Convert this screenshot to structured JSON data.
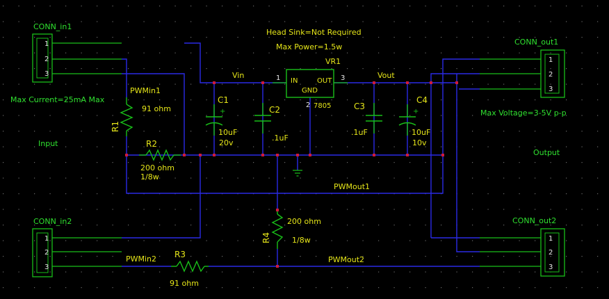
{
  "colors": {
    "background": "#000000",
    "grid_dots": "#6a6a6a",
    "wire": "#2a2ae6",
    "component": "#19c019",
    "label": "#e6e619",
    "text_green": "#2fe02f",
    "junction": "#d01a3a",
    "pin_text": "#e8e8e8"
  },
  "connectors": {
    "conn_in1": {
      "name": "CONN_in1",
      "pins": [
        "1",
        "2",
        "3"
      ]
    },
    "conn_in2": {
      "name": "CONN_in2",
      "pins": [
        "1",
        "2",
        "3"
      ]
    },
    "conn_out1": {
      "name": "CONN_out1",
      "pins": [
        "1",
        "2",
        "3"
      ]
    },
    "conn_out2": {
      "name": "CONN_out2",
      "pins": [
        "1",
        "2",
        "3"
      ]
    }
  },
  "notes": {
    "heat_sink": "Head Sink=Not Required",
    "max_power": "Max Power=1.5w",
    "max_current": "Max Current=25mA Max",
    "max_voltage": "Max Voltage=3-5V p-p",
    "input": "Input",
    "output": "Output"
  },
  "regulator": {
    "ref": "VR1",
    "part": "7805",
    "pin_in_label": "IN",
    "pin_out_label": "OUT",
    "pin_gnd_label": "GND",
    "pin_in_num": "1",
    "pin_out_num": "3",
    "pin_gnd_num": "2"
  },
  "nets": {
    "vin": "Vin",
    "vout": "Vout",
    "pwmin1": "PWMin1",
    "pwmin2": "PWMin2",
    "pwmout1": "PWMout1",
    "pwmout2": "PWMout2"
  },
  "components": {
    "c1": {
      "ref": "C1",
      "value": "10uF",
      "rating": "20v"
    },
    "c2": {
      "ref": "C2",
      "value": ".1uF"
    },
    "c3": {
      "ref": "C3",
      "value": ".1uF"
    },
    "c4": {
      "ref": "C4",
      "value": "10uF",
      "rating": "10v"
    },
    "r1": {
      "ref": "R1",
      "value": "91 ohm"
    },
    "r2": {
      "ref": "R2",
      "value": "200 ohm",
      "rating": "1/8w"
    },
    "r3": {
      "ref": "R3",
      "value": "91 ohm"
    },
    "r4": {
      "ref": "R4",
      "value": "200 ohm",
      "rating": "1/8w"
    }
  }
}
